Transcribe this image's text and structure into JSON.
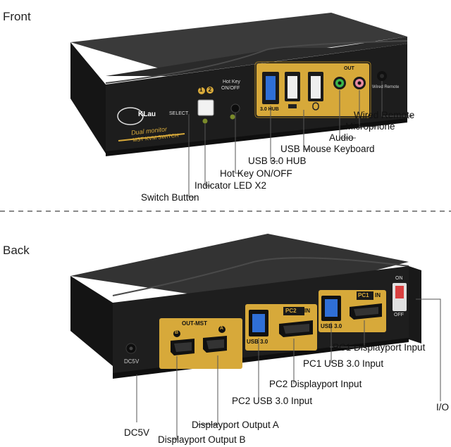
{
  "sections": {
    "front": "Front",
    "back": "Back"
  },
  "front": {
    "logo": "KLau",
    "brand_line1": "Dual monitor",
    "brand_line2": "MST KVM SWITCH",
    "select_label": "SELECT",
    "port_numbers": "1 2",
    "hotkey_label_line1": "Hot Key",
    "hotkey_label_line2": "ON/OFF",
    "usb3_hub_label": "3.0 HUB",
    "out_label": "OUT",
    "wired_remote_small": "Wired Remote",
    "callouts": {
      "wired_remote": "Wired Remote",
      "microphone": "Microphone",
      "audio": "Audio",
      "usb_mouse_keyboard": "USB Mouse Keyboard",
      "usb30_hub": "USB 3.0 HUB",
      "hotkey": "Hot Key ON/OFF",
      "indicator_led": "Indicator LED X2",
      "switch_button": "Switch Button"
    }
  },
  "back": {
    "out_mst": "OUT-MST",
    "port_b": "B",
    "port_a": "A",
    "pc2_in_tag": "PC2",
    "pc2_in_suffix": "IN",
    "pc1_in_tag": "PC1",
    "pc1_in_suffix": "IN",
    "usb30_left": "USB 3.0",
    "usb30_right": "USB 3.0",
    "on_label": "ON",
    "off_label": "OFF",
    "dc_small": "DC5V",
    "callouts": {
      "pc1_dp_input": "PC1 Displayport Input",
      "pc1_usb_input": "PC1 USB 3.0 Input",
      "pc2_dp_input": "PC2 Displayport Input",
      "pc2_usb_input": "PC2 USB 3.0 Input",
      "dp_output_a": "Displayport Output  A",
      "dp_output_b": "Displayport Output  B",
      "dc5v": "DC5V",
      "io": "I/O"
    }
  },
  "colors": {
    "gold": "#d7a93a",
    "body_dark": "#1c1c1c",
    "body_top": "#2d2d2d",
    "usb_blue": "#2f6fd6"
  }
}
